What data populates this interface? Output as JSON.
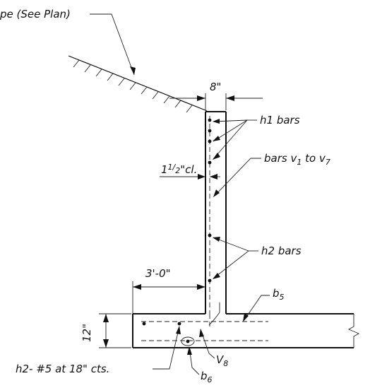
{
  "diagram": {
    "slope_label": "pe (See Plan)",
    "dim_stem_width": "8\"",
    "h1_label": "h1 bars",
    "vbars_label_prefix": "bars v",
    "vbars_sub_start": "1",
    "vbars_mid": " to v",
    "vbars_sub_end": "7",
    "cover_label_prefix": "1",
    "cover_label_frac": "1/",
    "cover_label_den": "2",
    "cover_label_suffix": "\"cl.",
    "h2_label": "h2 bars",
    "toe_dim": "3'-0\"",
    "b5_main": "b",
    "b5_sub": "5",
    "footing_thickness": "12\"",
    "v8_main": "V",
    "v8_sub": "8",
    "b6_main": "b",
    "b6_sub": "6",
    "footing_bars_label": "h2- #5 at 18\" cts."
  }
}
